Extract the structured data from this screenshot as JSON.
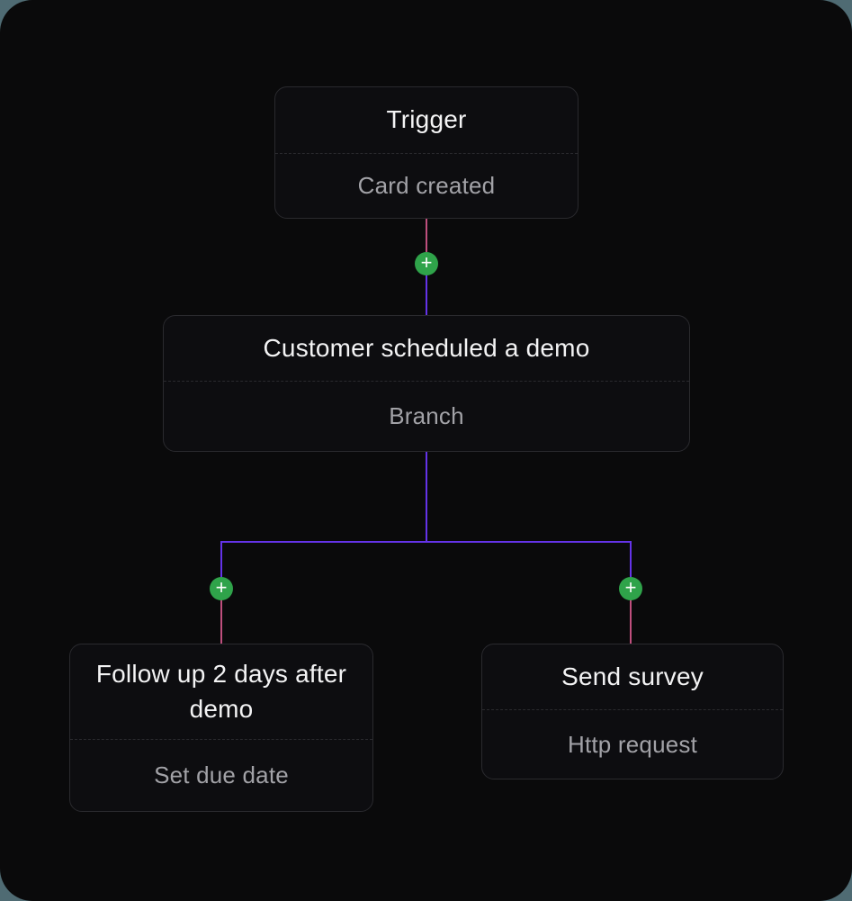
{
  "canvas": {
    "background": "#0a0a0b",
    "outer_background": "#4f6b73"
  },
  "flow": {
    "nodes": [
      {
        "id": "trigger",
        "title": "Trigger",
        "subtitle": "Card created"
      },
      {
        "id": "branch",
        "title": "Customer scheduled a demo",
        "subtitle": "Branch"
      },
      {
        "id": "followup",
        "title": "Follow up 2 days after demo",
        "subtitle": "Set due date"
      },
      {
        "id": "survey",
        "title": "Send survey",
        "subtitle": "Http request"
      }
    ],
    "add_step_glyph": "+",
    "colors": {
      "edge_pink": "#bf4f7d",
      "edge_purple": "#6433e8",
      "add_button_green": "#2fa34a",
      "node_background": "#0d0d10",
      "node_border": "#2a2a2e",
      "title_text": "#f3f3f4",
      "subtitle_text": "#a2a2a7"
    }
  }
}
